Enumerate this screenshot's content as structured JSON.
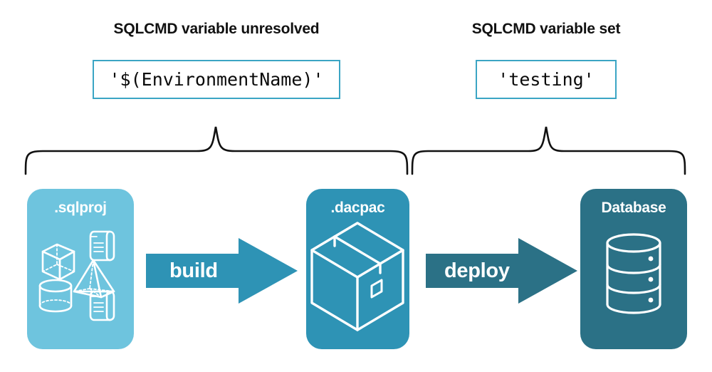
{
  "sections": [
    {
      "title": "SQLCMD variable unresolved",
      "value": "'$(EnvironmentName)'"
    },
    {
      "title": "SQLCMD variable set",
      "value": "'testing'"
    }
  ],
  "cards": [
    {
      "label": ".sqlproj",
      "icon": "sqlproj-objects-icon",
      "color": "#6EC4DE"
    },
    {
      "label": ".dacpac",
      "icon": "package-box-icon",
      "color": "#2E93B5"
    },
    {
      "label": "Database",
      "icon": "database-cylinder-icon",
      "color": "#2B7186"
    }
  ],
  "arrows": [
    {
      "label": "build",
      "color": "#2E93B5"
    },
    {
      "label": "deploy",
      "color": "#2B7186"
    }
  ],
  "colors": {
    "light_blue": "#6EC4DE",
    "medium_teal": "#2E93B5",
    "dark_teal": "#2B7186",
    "box_border": "#3BA5C4",
    "brace_stroke": "#111111",
    "background": "#ffffff",
    "text_dark": "#111111",
    "text_light": "#ffffff"
  }
}
